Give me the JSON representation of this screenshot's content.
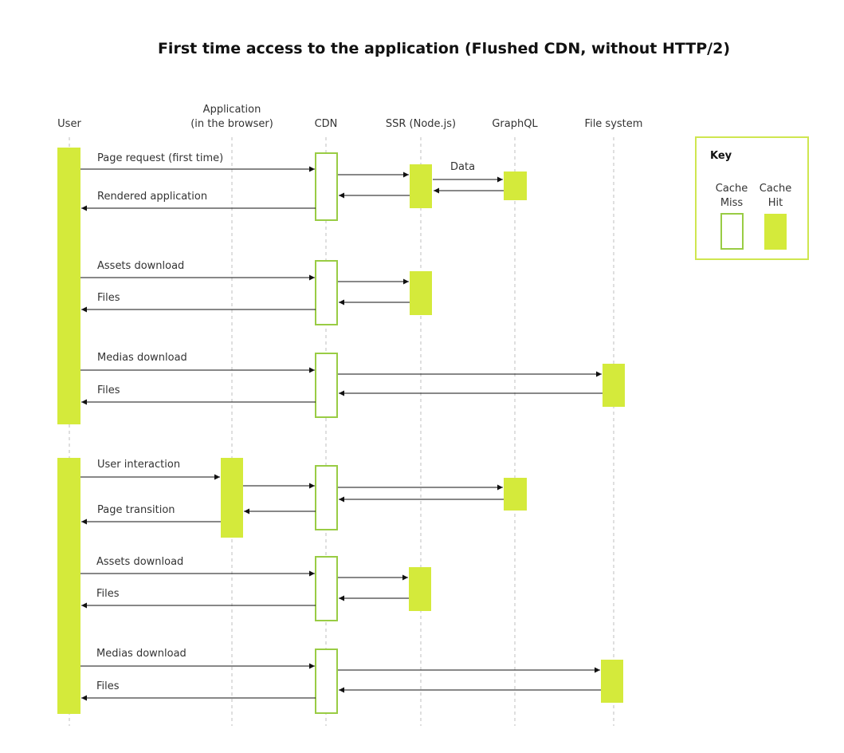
{
  "title": "First time access to the application (Flushed CDN, without HTTP/2)",
  "colors": {
    "activation": "#d4ea3b",
    "miss_border": "#99cc44",
    "key_border": "#cfe650",
    "arrow": "#111111"
  },
  "participants": {
    "user": {
      "label": "User"
    },
    "application": {
      "label_line1": "Application",
      "label_line2": "(in the browser)"
    },
    "cdn": {
      "label": "CDN"
    },
    "ssr": {
      "label": "SSR (Node.js)"
    },
    "graphql": {
      "label": "GraphQL"
    },
    "file_system": {
      "label": "File system"
    }
  },
  "messages": {
    "page_request": "Page request (first time)",
    "data": "Data",
    "rendered_application": "Rendered application",
    "assets_download_1": "Assets download",
    "files_1": "Files",
    "medias_download_1": "Medias download",
    "files_2": "Files",
    "user_interaction": "User interaction",
    "page_transition": "Page transition",
    "assets_download_2": "Assets download",
    "files_3": "Files",
    "medias_download_2": "Medias download",
    "files_4": "Files"
  },
  "key": {
    "title": "Key",
    "miss_line1": "Cache",
    "miss_line2": "Miss",
    "hit_line1": "Cache",
    "hit_line2": "Hit"
  }
}
